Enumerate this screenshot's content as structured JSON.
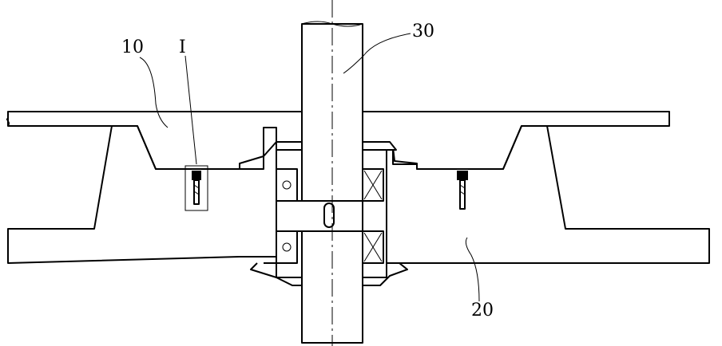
{
  "labels": {
    "part_10": "10",
    "detail_I": "I",
    "part_30": "30",
    "part_20": "20"
  },
  "colors": {
    "line": "#000000",
    "background": "#ffffff"
  }
}
